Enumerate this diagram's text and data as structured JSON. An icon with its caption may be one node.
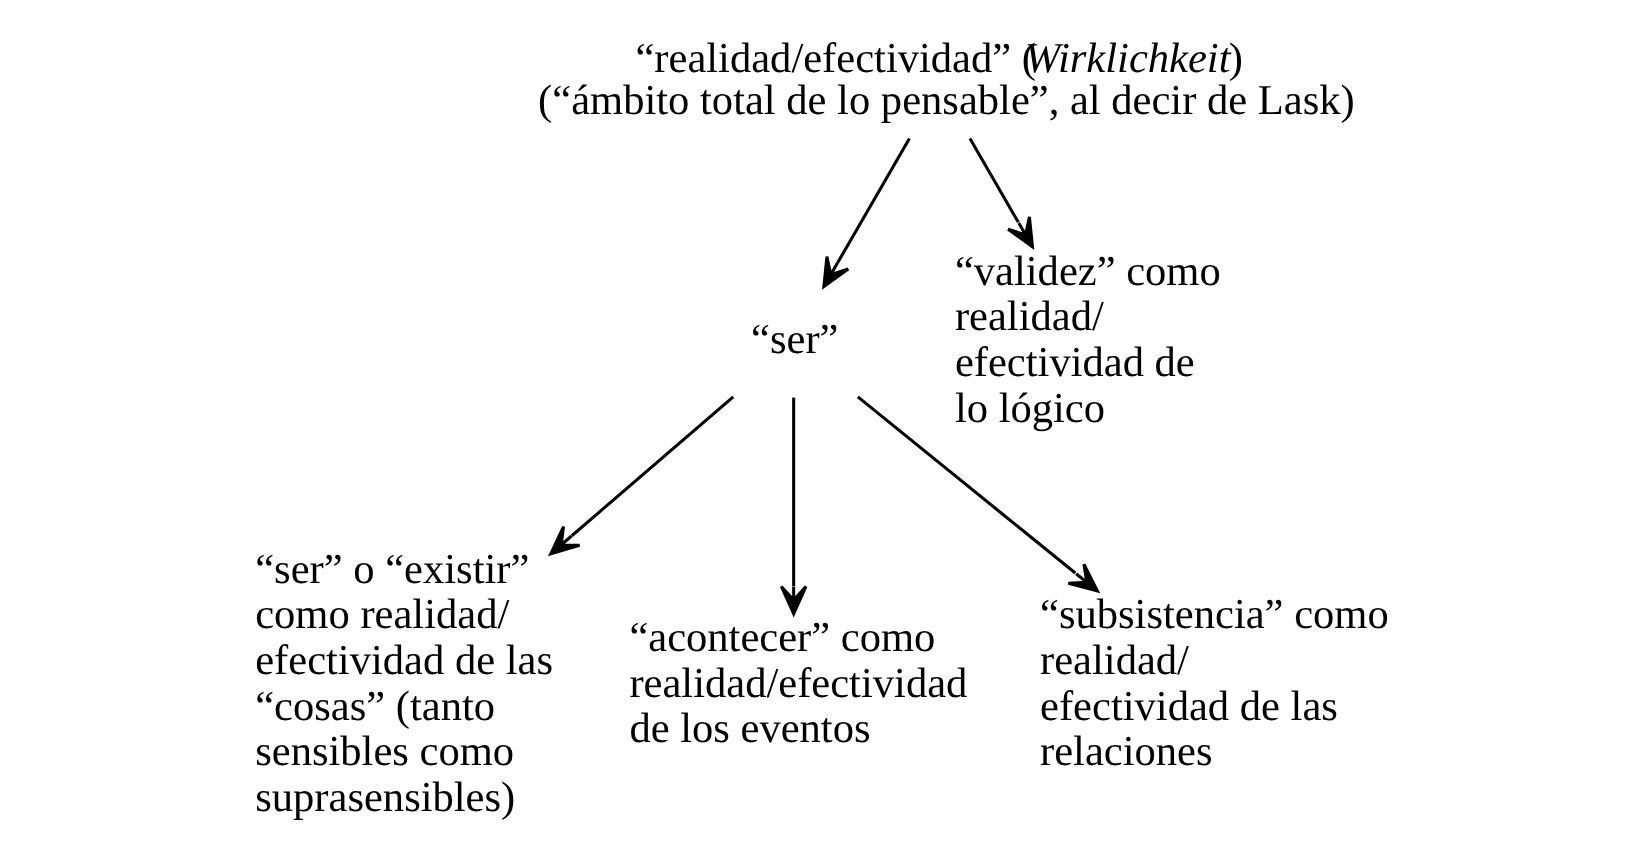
{
  "diagram": {
    "nodes": [
      {
        "text": [
          "“realidad/efectividad” (*Wirklichkeit*)",
          "(“ámbito total de lo pensable”, al decir de Lask)"
        ]
      },
      {
        "text": [
          "“ser”"
        ]
      },
      {
        "text": [
          "“validez” como realidad/ efectividad de lo lógico"
        ]
      },
      {
        "text": [
          "“ser” o “existir” como realidad/ efectividad de las “cosas” (tanto sensibles como suprasensibles)"
        ]
      },
      {
        "text": [
          "“acontecer” como realidad/efectividad de los eventos"
        ]
      },
      {
        "text": [
          "“subsistencia” como realidad/ efectividad de las relaciones"
        ]
      }
    ],
    "edges": [
      {
        "from": 0,
        "to": 1,
        "arrow": "to"
      },
      {
        "from": 0,
        "to": 2,
        "arrow": "to"
      },
      {
        "from": 1,
        "to": 3,
        "arrow": "to"
      },
      {
        "from": 1,
        "to": 4,
        "arrow": "to"
      },
      {
        "from": 1,
        "to": 5,
        "arrow": "to"
      }
    ]
  }
}
